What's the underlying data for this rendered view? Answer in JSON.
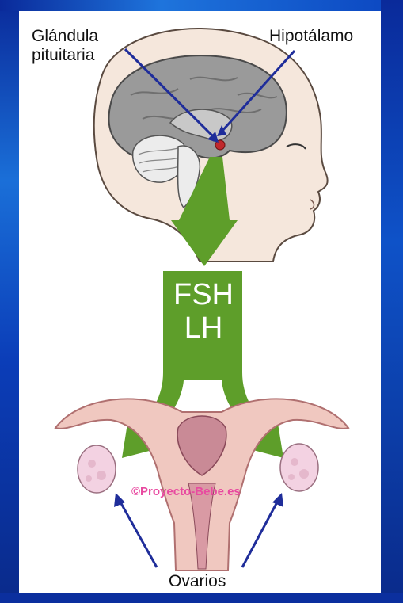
{
  "labels": {
    "pituitary": "Glándula\npituitaria",
    "hypothalamus": "Hipotálamo",
    "ovaries": "Ovarios"
  },
  "hormones": {
    "fsh": "FSH",
    "lh": "LH"
  },
  "watermark": "©Proyecto-Bebe.es",
  "colors": {
    "arrow_green": "#5e9e2a",
    "pointer_blue": "#1f2d9a",
    "frame_blue": "#0b3db8"
  }
}
